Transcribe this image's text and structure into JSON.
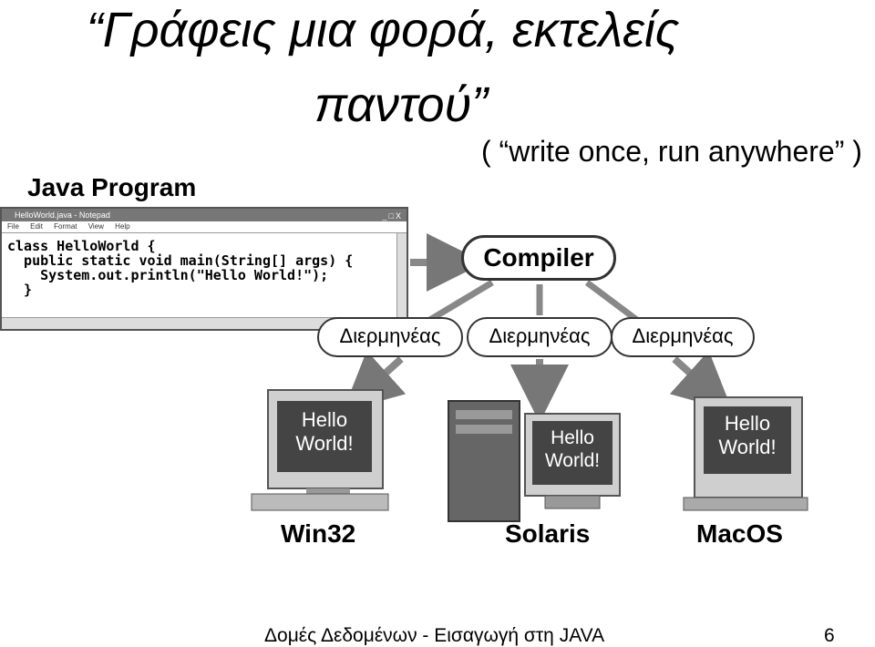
{
  "title_line1": "“Γράφεις μια φορά, εκτελείς",
  "title_line2": "παντού”",
  "subtitle": "( “write once, run anywhere” )",
  "java_program_label": "Java Program",
  "notepad": {
    "window_title": "HelloWorld.java - Notepad",
    "window_buttons": "_□X",
    "menu": [
      "File",
      "Edit",
      "Format",
      "View",
      "Help"
    ],
    "code": [
      "class HelloWorld {",
      "  public static void main(String[] args) {",
      "    System.out.println(\"Hello World!\");",
      "  }"
    ]
  },
  "compiler_label": "Compiler",
  "interpreters": [
    "Διερμηνέας",
    "Διερμηνέας",
    "Διερμηνέας"
  ],
  "screen_text": [
    "Hello",
    "World!"
  ],
  "platforms": [
    "Win32",
    "Solaris",
    "MacOS"
  ],
  "footer": "Δομές Δεδομένων - Εισαγωγή στη JAVA",
  "page_number": "6"
}
